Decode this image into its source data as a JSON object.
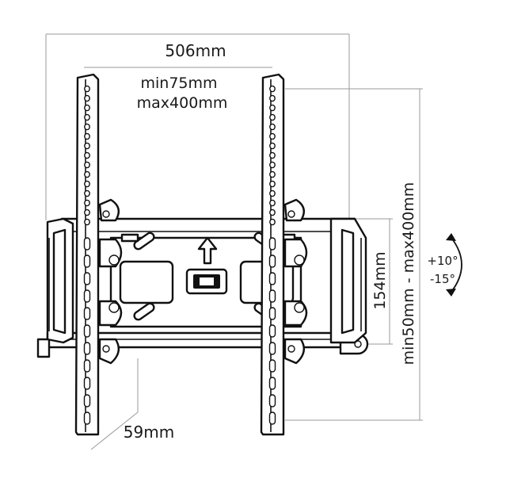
{
  "labels": {
    "overall_width": "506mm",
    "vesa_width_min": "min75mm",
    "vesa_width_max": "max400mm",
    "height_range": "min50mm - max400mm",
    "plate_height": "154mm",
    "depth": "59mm",
    "tilt_up": "+10°",
    "tilt_down": "-15°"
  },
  "icons": {
    "up_arrow": "up-arrow-icon",
    "bubble_level": "bubble-level-icon",
    "tilt_arrow": "curved-tilt-arrow-icon"
  },
  "colors": {
    "line": "#111111",
    "dimension": "#9a9a9a",
    "background": "#ffffff"
  }
}
